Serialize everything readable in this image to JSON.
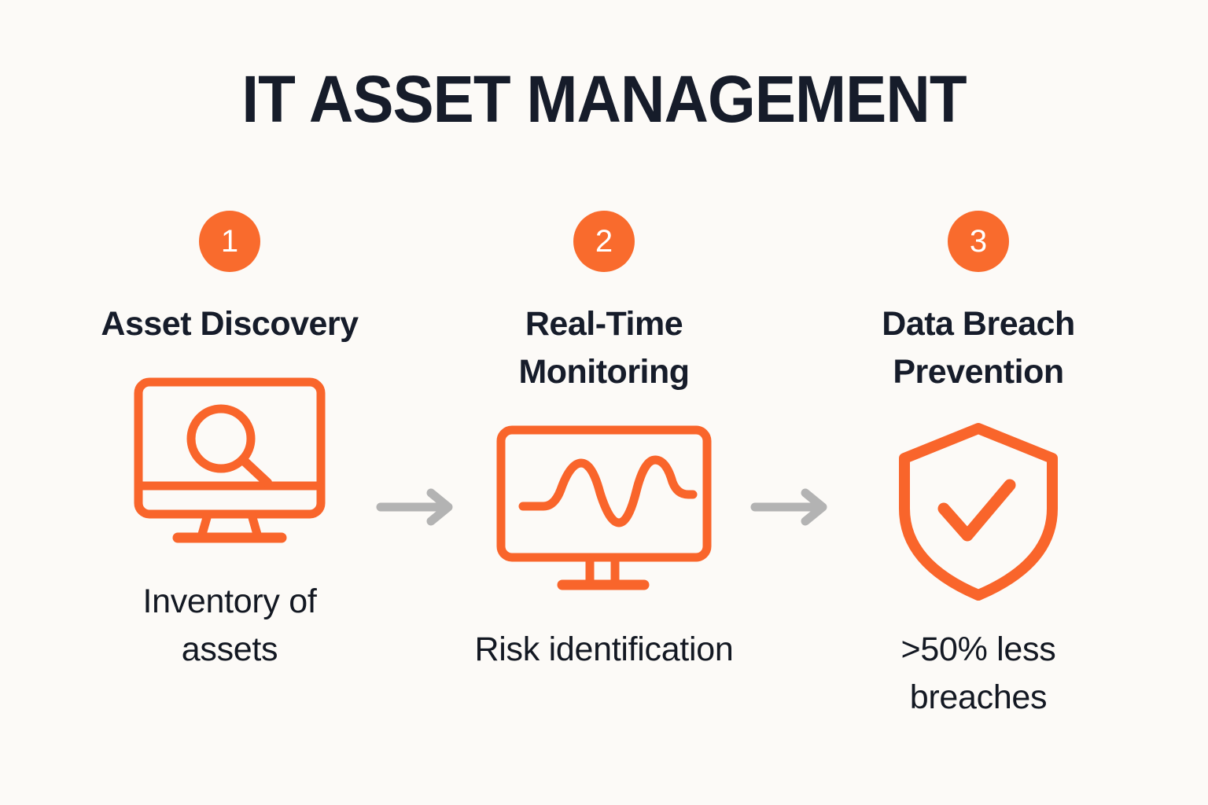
{
  "page": {
    "title": "IT ASSET MANAGEMENT",
    "background_color": "#FCFAF7",
    "accent_color": "#F96B2D",
    "text_color": "#161C2A",
    "arrow_color": "#B3B3B3"
  },
  "steps": [
    {
      "number": "1",
      "heading": "Asset Discovery",
      "icon": "monitor-magnifier-icon",
      "caption": "Inventory of assets"
    },
    {
      "number": "2",
      "heading": "Real-Time Monitoring",
      "icon": "monitor-waveform-icon",
      "caption": "Risk identification"
    },
    {
      "number": "3",
      "heading": "Data Breach Prevention",
      "icon": "shield-check-icon",
      "caption": ">50% less breaches"
    }
  ],
  "connectors": [
    {
      "icon": "arrow-right-icon"
    },
    {
      "icon": "arrow-right-icon"
    }
  ]
}
